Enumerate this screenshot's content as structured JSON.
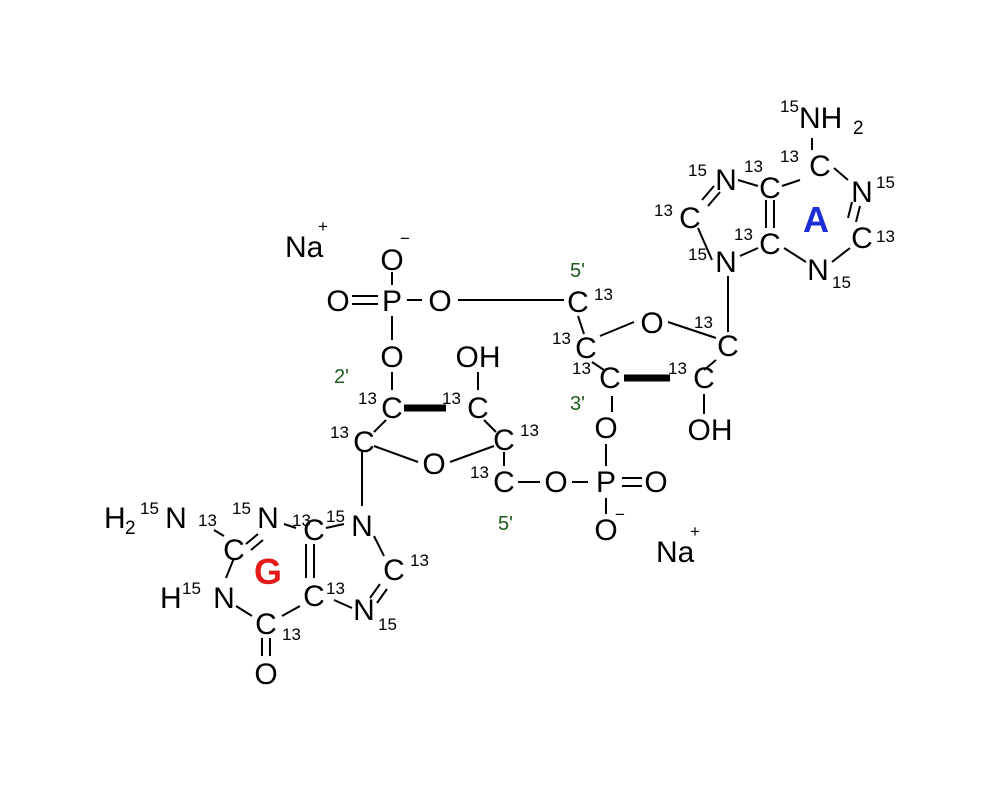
{
  "colors": {
    "ink": "#000000",
    "guanine_label": "#e31b1b",
    "adenine_label": "#1c2fd6",
    "prime_label": "#1f5a1f"
  },
  "isotopes": {
    "c": "13",
    "n": "15"
  },
  "elements": {
    "C": "C",
    "N": "N",
    "O": "O",
    "P": "P",
    "H": "H",
    "H2": "H",
    "two": "2",
    "NH": "NH"
  },
  "ions": {
    "sodium": "Na",
    "plus": "+",
    "minus": "−"
  },
  "groups": {
    "OH": "OH"
  },
  "primes": {
    "p2": "2'",
    "p3": "3'",
    "p5": "5'"
  },
  "bases": {
    "guanine": "G",
    "adenine": "A"
  }
}
